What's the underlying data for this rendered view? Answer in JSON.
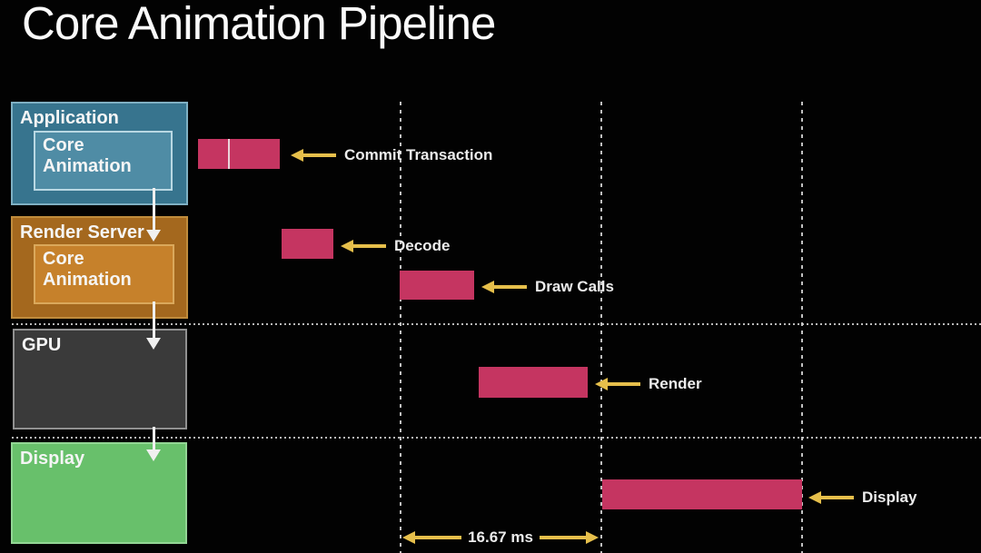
{
  "title": "Core Animation Pipeline",
  "lanes": {
    "application": {
      "label": "Application",
      "inner_label": "Core Animation"
    },
    "render_server": {
      "label": "Render Server",
      "inner_label": "Core Animation"
    },
    "gpu": {
      "label": "GPU"
    },
    "display": {
      "label": "Display"
    }
  },
  "annotations": {
    "commit": "Commit Transaction",
    "decode": "Decode",
    "draw_calls": "Draw Calls",
    "render": "Render",
    "display": "Display",
    "frame_interval": "16.67 ms"
  },
  "colors": {
    "background": "#020202",
    "bar_pink": "#c5395f",
    "arrow_yellow": "#e6bf4b",
    "application_fill": "#37748e",
    "application_inner_fill": "#4f8ca5",
    "render_server_fill": "#a4681e",
    "render_server_inner_fill": "#c6812b",
    "gpu_fill": "#3a3a3a",
    "display_fill": "#68c06b",
    "gridline": "#d5d5d5",
    "flow_arrow": "#f0f0f0",
    "text": "#fafafa"
  }
}
